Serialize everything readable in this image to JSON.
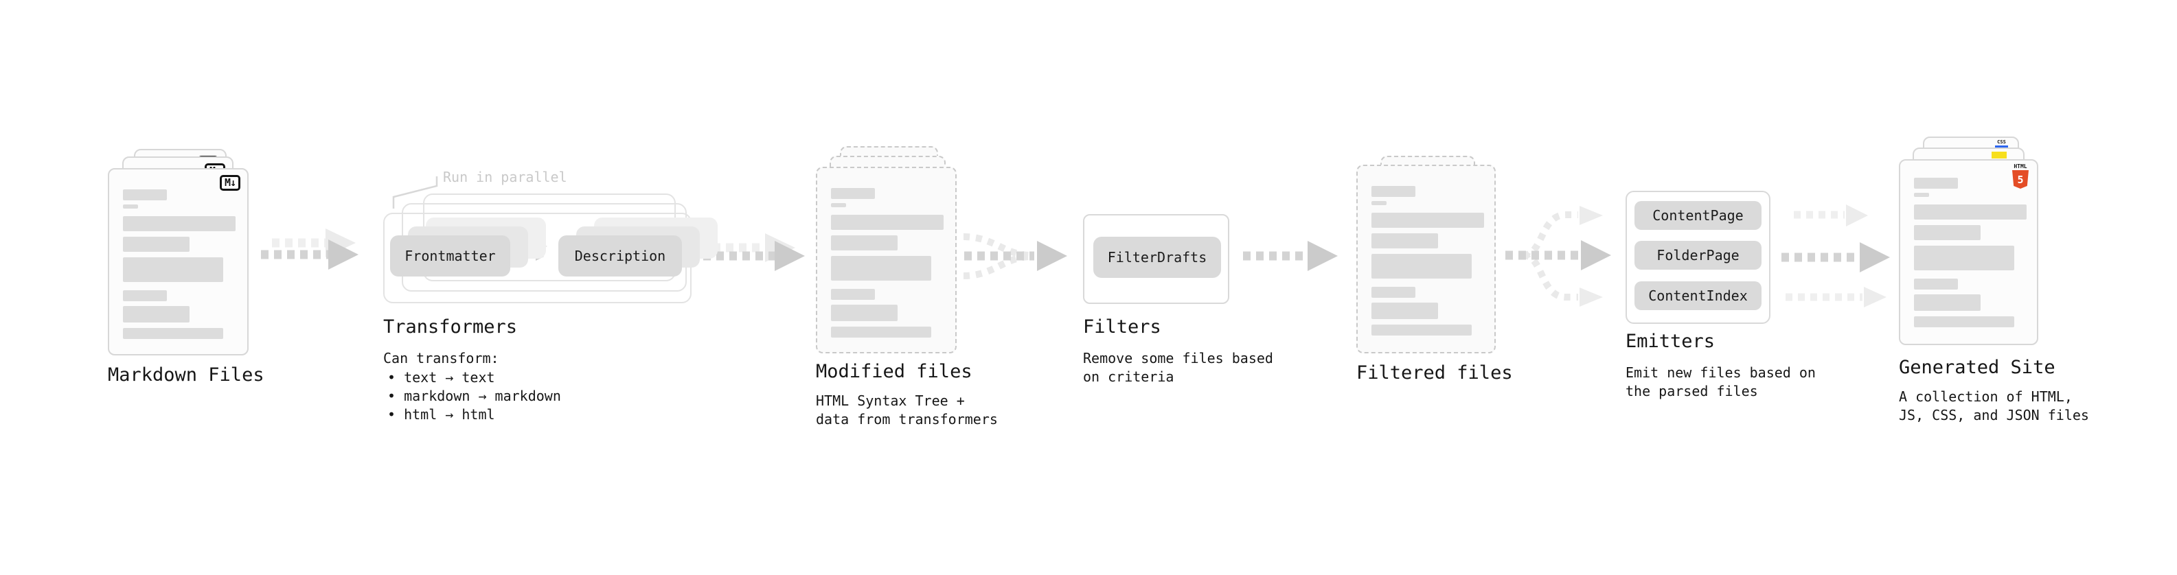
{
  "stages": {
    "markdown": {
      "label": "Markdown Files",
      "badge": "M↓"
    },
    "transformers": {
      "title": "Transformers",
      "note": "Run in parallel",
      "pill_left": "Frontmatter",
      "pill_right": "Description",
      "caption": "Can transform:",
      "bullets": [
        "• text → text",
        "• markdown → markdown",
        "• html → html"
      ]
    },
    "modified": {
      "label": "Modified files",
      "caption_lines": [
        "HTML Syntax Tree +",
        "data from transformers"
      ]
    },
    "filters": {
      "title": "Filters",
      "pill": "FilterDrafts",
      "caption_lines": [
        "Remove some files based",
        "on criteria"
      ]
    },
    "filtered": {
      "label": "Filtered files"
    },
    "emitters": {
      "title": "Emitters",
      "pills": [
        "ContentPage",
        "FolderPage",
        "ContentIndex"
      ],
      "caption_lines": [
        "Emit new files based on",
        "the parsed files"
      ]
    },
    "generated": {
      "label": "Generated Site",
      "caption_lines": [
        "A collection of HTML,",
        "JS, CSS, and JSON files"
      ],
      "icons": {
        "html5_text": "HTML",
        "html5_number": "5",
        "css_text": "CSS"
      }
    }
  },
  "colors": {
    "html5_orange": "#e44d26",
    "js_yellow": "#f7df1e",
    "css_blue": "#2c65f0"
  }
}
